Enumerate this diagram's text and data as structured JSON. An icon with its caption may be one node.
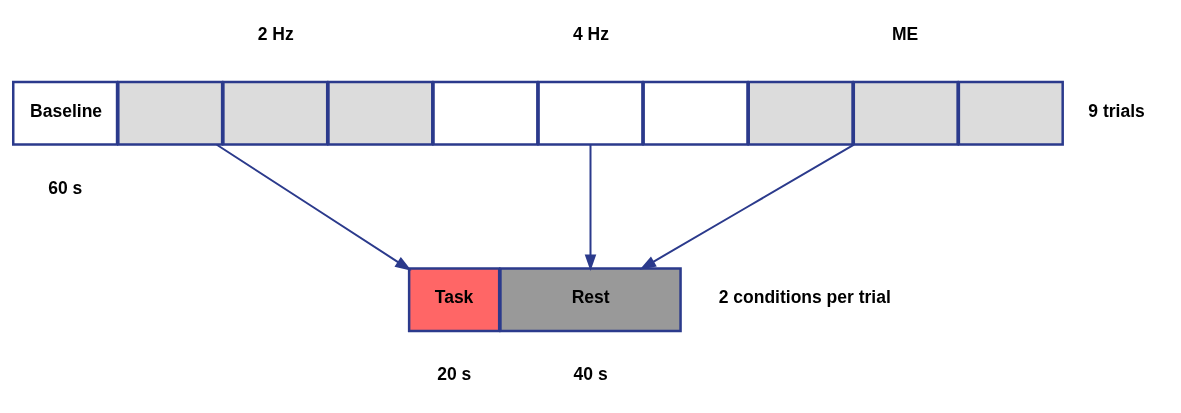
{
  "diagram": {
    "nodes": [
      {
        "text": [
          "Baseline"
        ],
        "beside": [
          "60 s"
        ]
      },
      {
        "text": [],
        "shape": "box"
      },
      {
        "text": [],
        "shape": "box"
      },
      {
        "text": [],
        "shape": "box"
      },
      {
        "text": [],
        "shape": "box"
      },
      {
        "text": [],
        "shape": "box"
      },
      {
        "text": [],
        "shape": "box"
      },
      {
        "text": [],
        "shape": "box"
      },
      {
        "text": [],
        "shape": "box"
      },
      {
        "text": [],
        "shape": "box"
      },
      {
        "text": [
          "Task"
        ],
        "beside": [
          "20 s"
        ]
      },
      {
        "text": [
          "Rest"
        ],
        "beside": [
          "40 s"
        ]
      }
    ],
    "edges": [
      {
        "from": 1,
        "to": 10,
        "arrow": "to"
      },
      {
        "from": 5,
        "to": 11,
        "arrow": "to"
      },
      {
        "from": 8,
        "to": 11,
        "arrow": "to"
      }
    ],
    "labels": [
      "2 Hz",
      "4 Hz",
      "ME",
      "9 trials",
      "2 conditions per trial"
    ]
  }
}
